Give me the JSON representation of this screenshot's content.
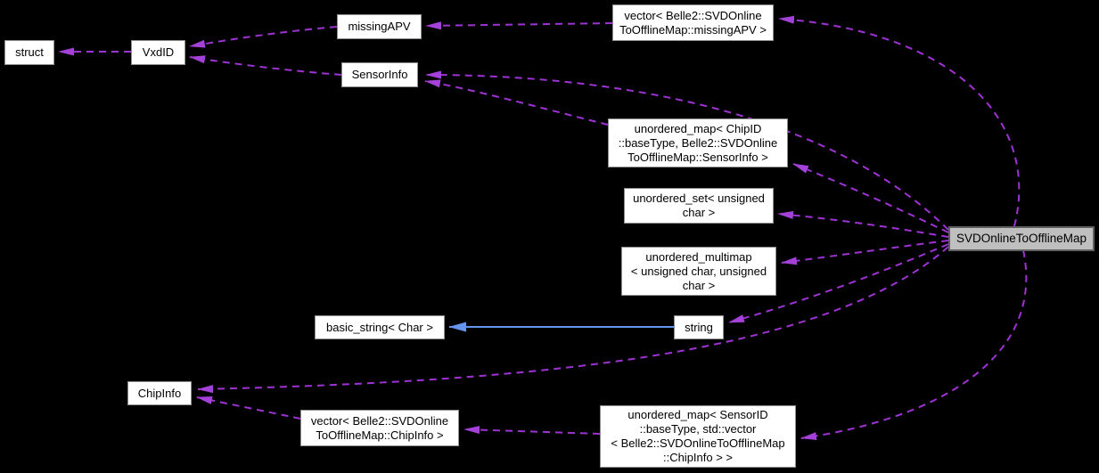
{
  "diagram": {
    "title": "SVDOnlineToOfflineMap collaboration diagram",
    "background_color": "#000000",
    "usage_edge_color": "#9e32d4",
    "inheritance_edge_color": "#6495ed",
    "node_fill": "#ffffff",
    "node_border": "#8f8f8f",
    "main_node_fill": "#bfbfbf",
    "main_node_border": "#5f5f5f"
  },
  "nodes": [
    {
      "id": "struct",
      "lines": [
        "struct"
      ]
    },
    {
      "id": "vxdid",
      "lines": [
        "VxdID"
      ]
    },
    {
      "id": "missingapv",
      "lines": [
        "missingAPV"
      ]
    },
    {
      "id": "sensorinfo",
      "lines": [
        "SensorInfo"
      ]
    },
    {
      "id": "vector-missingapv",
      "lines": [
        "vector< Belle2::SVDOnline",
        "ToOfflineMap::missingAPV >"
      ]
    },
    {
      "id": "umap-chipid",
      "lines": [
        "unordered_map< ChipID",
        "::baseType, Belle2::SVDOnline",
        "ToOfflineMap::SensorInfo >"
      ]
    },
    {
      "id": "uset",
      "lines": [
        "unordered_set< unsigned",
        "char >"
      ]
    },
    {
      "id": "umultimap",
      "lines": [
        "unordered_multimap",
        "< unsigned char, unsigned",
        "char >"
      ]
    },
    {
      "id": "string",
      "lines": [
        "string"
      ]
    },
    {
      "id": "basic-string",
      "lines": [
        "basic_string< Char >"
      ]
    },
    {
      "id": "chipinfo",
      "lines": [
        "ChipInfo"
      ]
    },
    {
      "id": "vector-chipinfo",
      "lines": [
        "vector< Belle2::SVDOnline",
        "ToOfflineMap::ChipInfo >"
      ]
    },
    {
      "id": "umap-sensorid",
      "lines": [
        "unordered_map< SensorID",
        "::baseType, std::vector",
        "< Belle2::SVDOnlineToOfflineMap",
        "::ChipInfo > >"
      ]
    },
    {
      "id": "main",
      "lines": [
        "SVDOnlineToOfflineMap"
      ]
    }
  ],
  "edges": [
    {
      "from": "VxdID",
      "to": "struct",
      "style": "dashed-usage"
    },
    {
      "from": "missingAPV",
      "to": "VxdID",
      "style": "dashed-usage"
    },
    {
      "from": "SensorInfo",
      "to": "VxdID",
      "style": "dashed-usage"
    },
    {
      "from": "vector< Belle2::SVDOnlineToOfflineMap::missingAPV >",
      "to": "missingAPV",
      "style": "dashed-usage"
    },
    {
      "from": "unordered_map< ChipID::baseType, Belle2::SVDOnlineToOfflineMap::SensorInfo >",
      "to": "SensorInfo",
      "style": "dashed-usage"
    },
    {
      "from": "SVDOnlineToOfflineMap",
      "to": "SensorInfo",
      "style": "dashed-usage"
    },
    {
      "from": "SVDOnlineToOfflineMap",
      "to": "vector< Belle2::SVDOnlineToOfflineMap::missingAPV >",
      "style": "dashed-usage"
    },
    {
      "from": "SVDOnlineToOfflineMap",
      "to": "unordered_map< ChipID::baseType, Belle2::SVDOnlineToOfflineMap::SensorInfo >",
      "style": "dashed-usage"
    },
    {
      "from": "SVDOnlineToOfflineMap",
      "to": "unordered_set< unsigned char >",
      "style": "dashed-usage"
    },
    {
      "from": "SVDOnlineToOfflineMap",
      "to": "unordered_multimap< unsigned char, unsigned char >",
      "style": "dashed-usage"
    },
    {
      "from": "SVDOnlineToOfflineMap",
      "to": "string",
      "style": "dashed-usage"
    },
    {
      "from": "string",
      "to": "basic_string< Char >",
      "style": "solid-inheritance"
    },
    {
      "from": "SVDOnlineToOfflineMap",
      "to": "ChipInfo",
      "style": "dashed-usage"
    },
    {
      "from": "vector< Belle2::SVDOnlineToOfflineMap::ChipInfo >",
      "to": "ChipInfo",
      "style": "dashed-usage"
    },
    {
      "from": "unordered_map< SensorID::baseType, std::vector< Belle2::SVDOnlineToOfflineMap::ChipInfo > >",
      "to": "vector< Belle2::SVDOnlineToOfflineMap::ChipInfo >",
      "style": "dashed-usage"
    },
    {
      "from": "SVDOnlineToOfflineMap",
      "to": "unordered_map< SensorID::baseType, std::vector< Belle2::SVDOnlineToOfflineMap::ChipInfo > >",
      "style": "dashed-usage"
    }
  ]
}
